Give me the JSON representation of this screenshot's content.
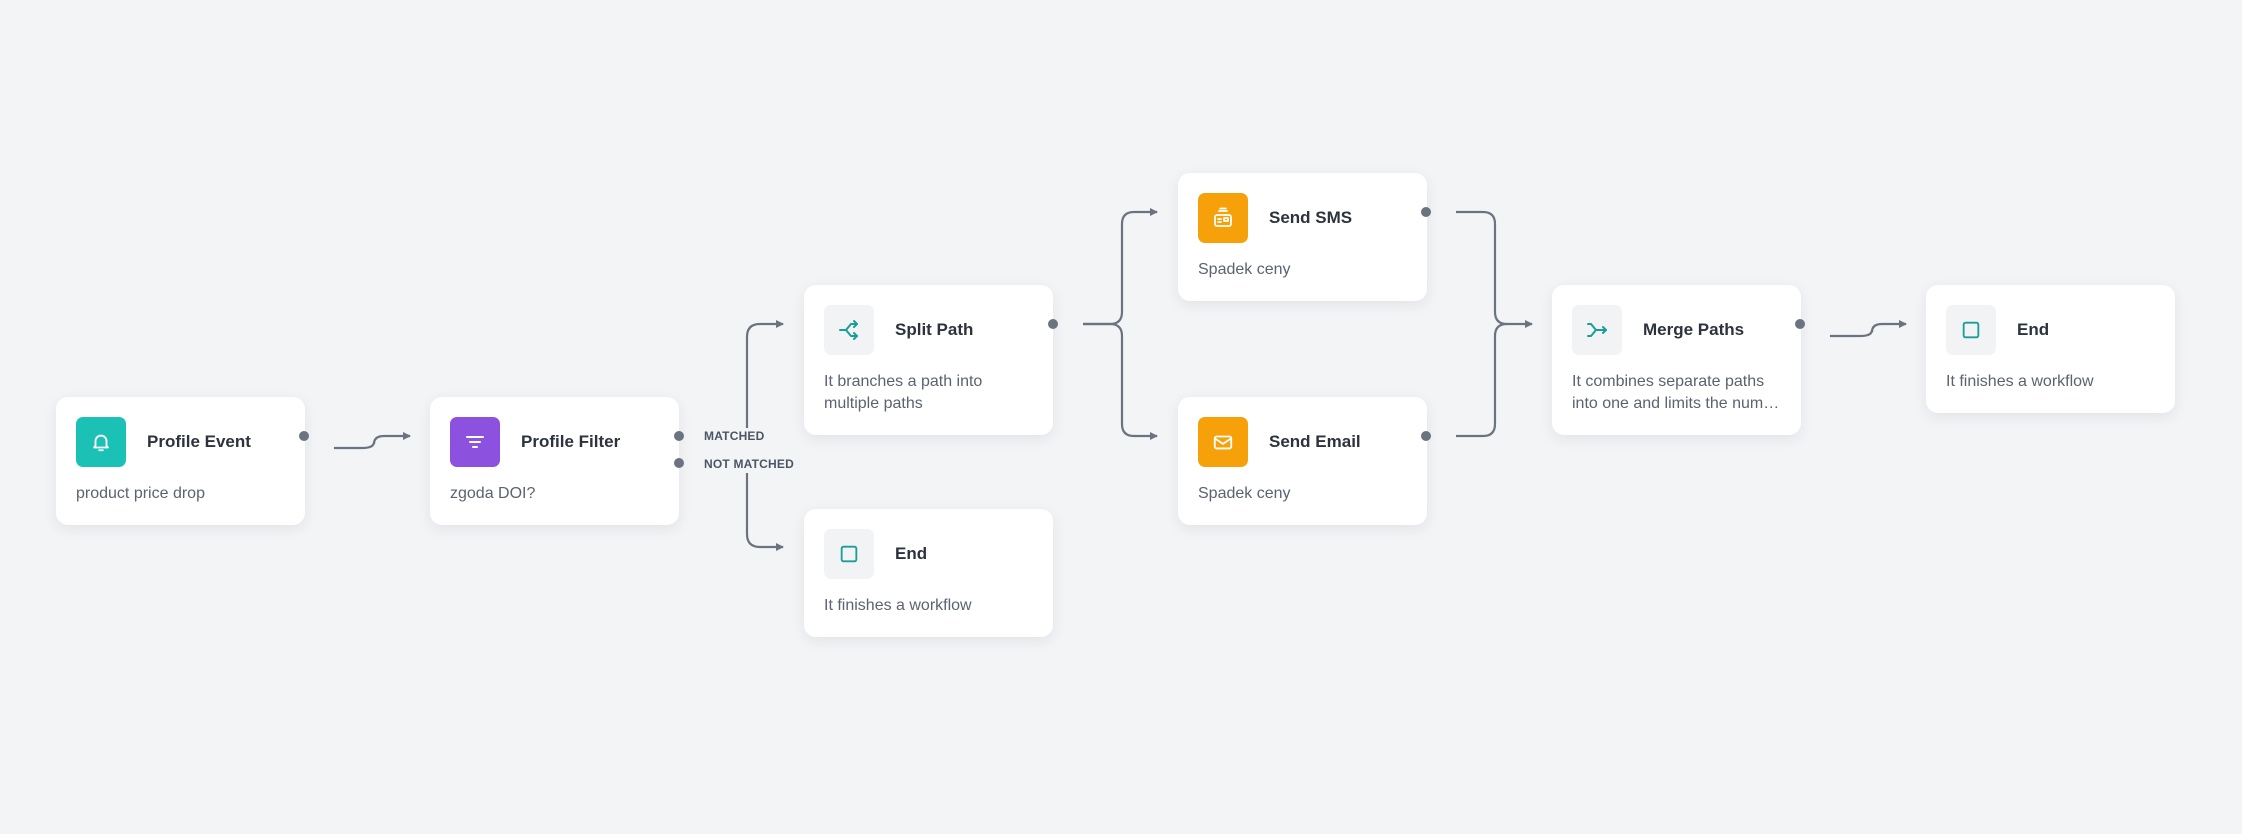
{
  "nodes": {
    "profile_event": {
      "title": "Profile Event",
      "description": "product price drop",
      "icon": "bell-icon",
      "color": "#1cc1b6"
    },
    "profile_filter": {
      "title": "Profile Filter",
      "description": "zgoda DOI?",
      "icon": "filter-icon",
      "color": "#8c51de"
    },
    "split_path": {
      "title": "Split Path",
      "description": "It branches a path into multiple paths",
      "icon": "split-icon",
      "color": "#f1f3f5"
    },
    "end_1": {
      "title": "End",
      "description": "It finishes a workflow",
      "icon": "square-stop-icon",
      "color": "#f1f3f5"
    },
    "send_sms": {
      "title": "Send SMS",
      "description": "Spadek ceny",
      "icon": "sms-icon",
      "color": "#f7a10a"
    },
    "send_email": {
      "title": "Send Email",
      "description": "Spadek ceny",
      "icon": "envelope-icon",
      "color": "#f7a10a"
    },
    "merge_paths": {
      "title": "Merge Paths",
      "description": "It combines separate paths into one and limits the number of paths",
      "icon": "merge-icon",
      "color": "#f1f3f5"
    },
    "end_2": {
      "title": "End",
      "description": "It finishes a workflow",
      "icon": "square-stop-icon",
      "color": "#f1f3f5"
    }
  },
  "branches": {
    "matched": "MATCHED",
    "not_matched": "NOT MATCHED"
  },
  "colors": {
    "background": "#f3f4f6",
    "connector": "#6b7280",
    "accent_teal": "#1a9e97"
  }
}
